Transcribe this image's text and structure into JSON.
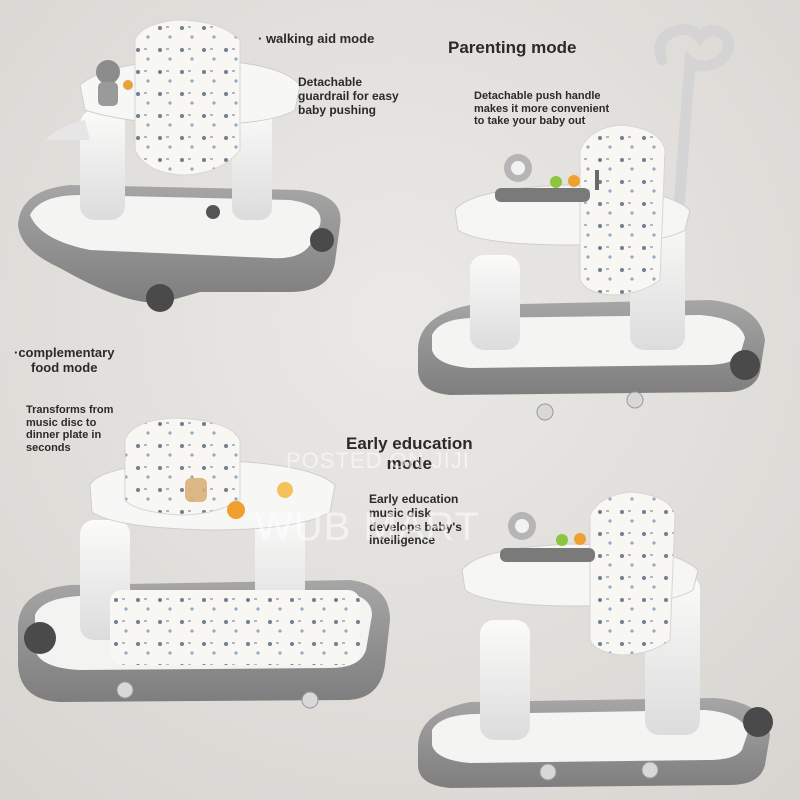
{
  "labels": {
    "walking_title": "· walking aid mode",
    "walking_desc": [
      "Detachable",
      "guardrail for easy",
      "baby pushing"
    ],
    "parenting_title": "Parenting mode",
    "parenting_desc": [
      "Detachable push handle",
      "makes it more convenient",
      "to take your baby out"
    ],
    "food_title": [
      "·complementary",
      "food mode"
    ],
    "food_desc": [
      "Transforms from",
      "music disc to",
      "dinner plate in",
      "seconds"
    ],
    "education_title": [
      "Early education",
      "mode"
    ],
    "education_desc": [
      "Early education",
      "music disk",
      "develops baby's",
      "intelligence"
    ]
  },
  "watermark": {
    "line1": "POSTED ON JIJI",
    "line2": "WUB MART"
  },
  "colors": {
    "background": "#e4e1dd",
    "frame": "#8f8f8f",
    "tray": "#f4f4f2",
    "seat": "#f7f6f3",
    "wheel": "#4a4a4a"
  }
}
